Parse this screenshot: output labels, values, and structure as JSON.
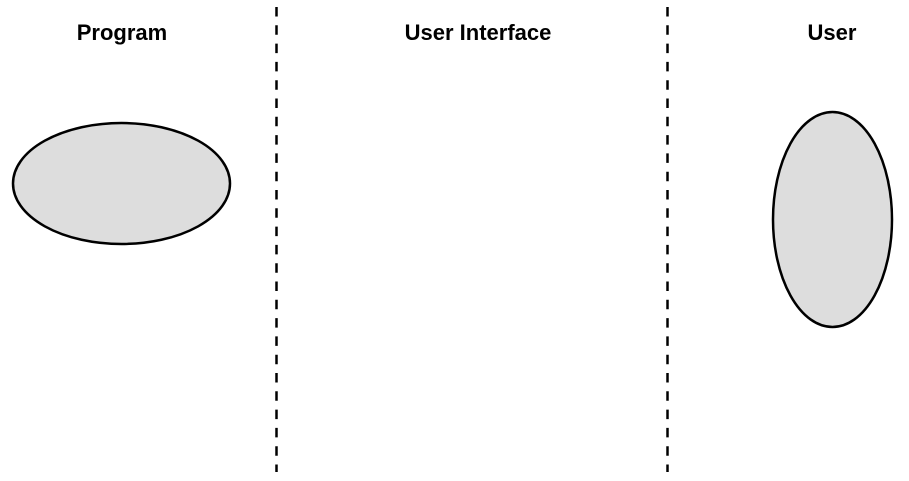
{
  "diagram": {
    "title": "Program / User Interface / User diagram",
    "background_color": "#ffffff",
    "columns": [
      {
        "label": "Program"
      },
      {
        "label": "User Interface"
      },
      {
        "label": "User"
      }
    ],
    "dividers": {
      "color": "#000000",
      "style": "dashed"
    },
    "shapes": {
      "program_ellipse": {
        "description": "horizontal ellipse in Program column",
        "fill": "#dddddd",
        "stroke": "#000000"
      },
      "user_ellipse": {
        "description": "vertical ellipse in User column",
        "fill": "#dddddd",
        "stroke": "#000000"
      }
    }
  }
}
